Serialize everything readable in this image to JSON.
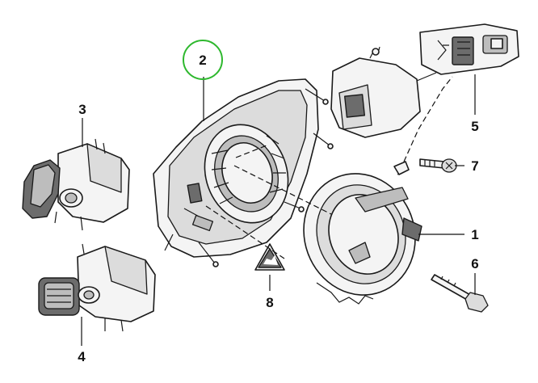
{
  "diagram": {
    "callouts": [
      {
        "id": "2",
        "label": "2",
        "highlighted": true
      },
      {
        "id": "3",
        "label": "3"
      },
      {
        "id": "4",
        "label": "4"
      },
      {
        "id": "5",
        "label": "5"
      },
      {
        "id": "7",
        "label": "7"
      },
      {
        "id": "1",
        "label": "1"
      },
      {
        "id": "6",
        "label": "6"
      },
      {
        "id": "8",
        "label": "8"
      }
    ],
    "highlight_color": "#2eb82e",
    "line_color": "#111111"
  }
}
